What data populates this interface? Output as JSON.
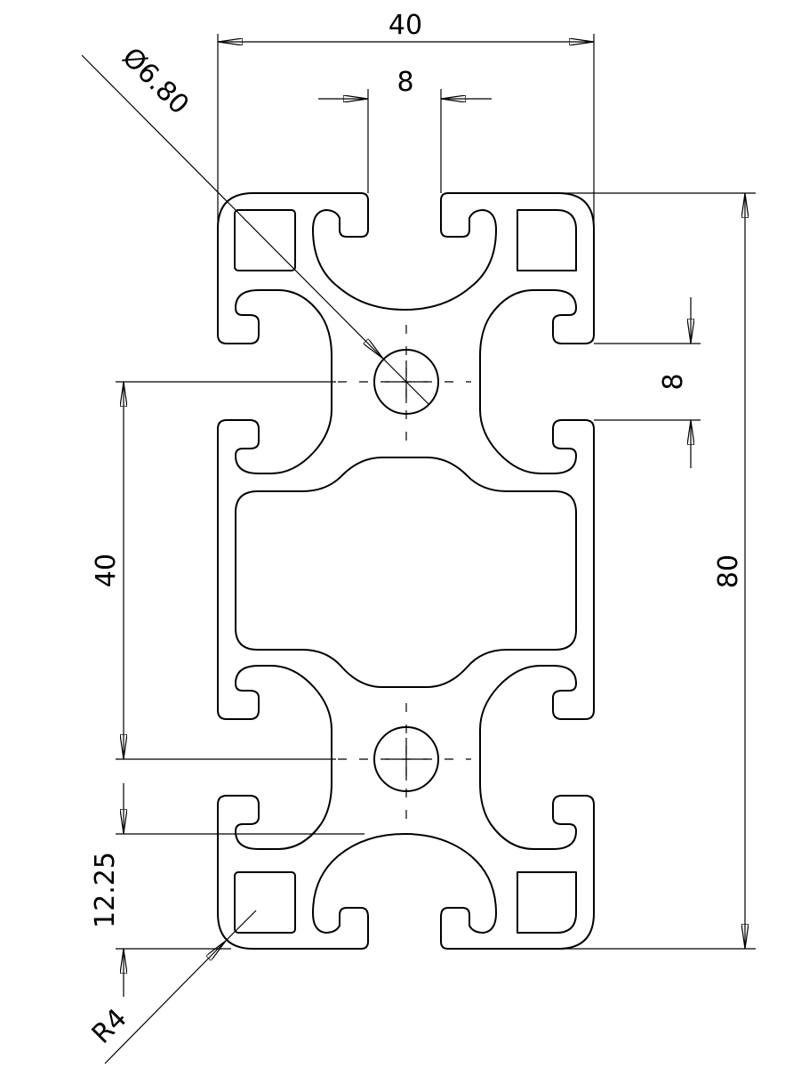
{
  "dimensions": {
    "width_top": "40",
    "slot_width": "8",
    "hole_diameter": "Ø6.80",
    "side_slot": "8",
    "center_spacing": "40",
    "height_total": "80",
    "edge_to_center": "12.25",
    "corner_radius": "R4"
  },
  "colors": {
    "line": "#000000",
    "background": "#ffffff"
  }
}
